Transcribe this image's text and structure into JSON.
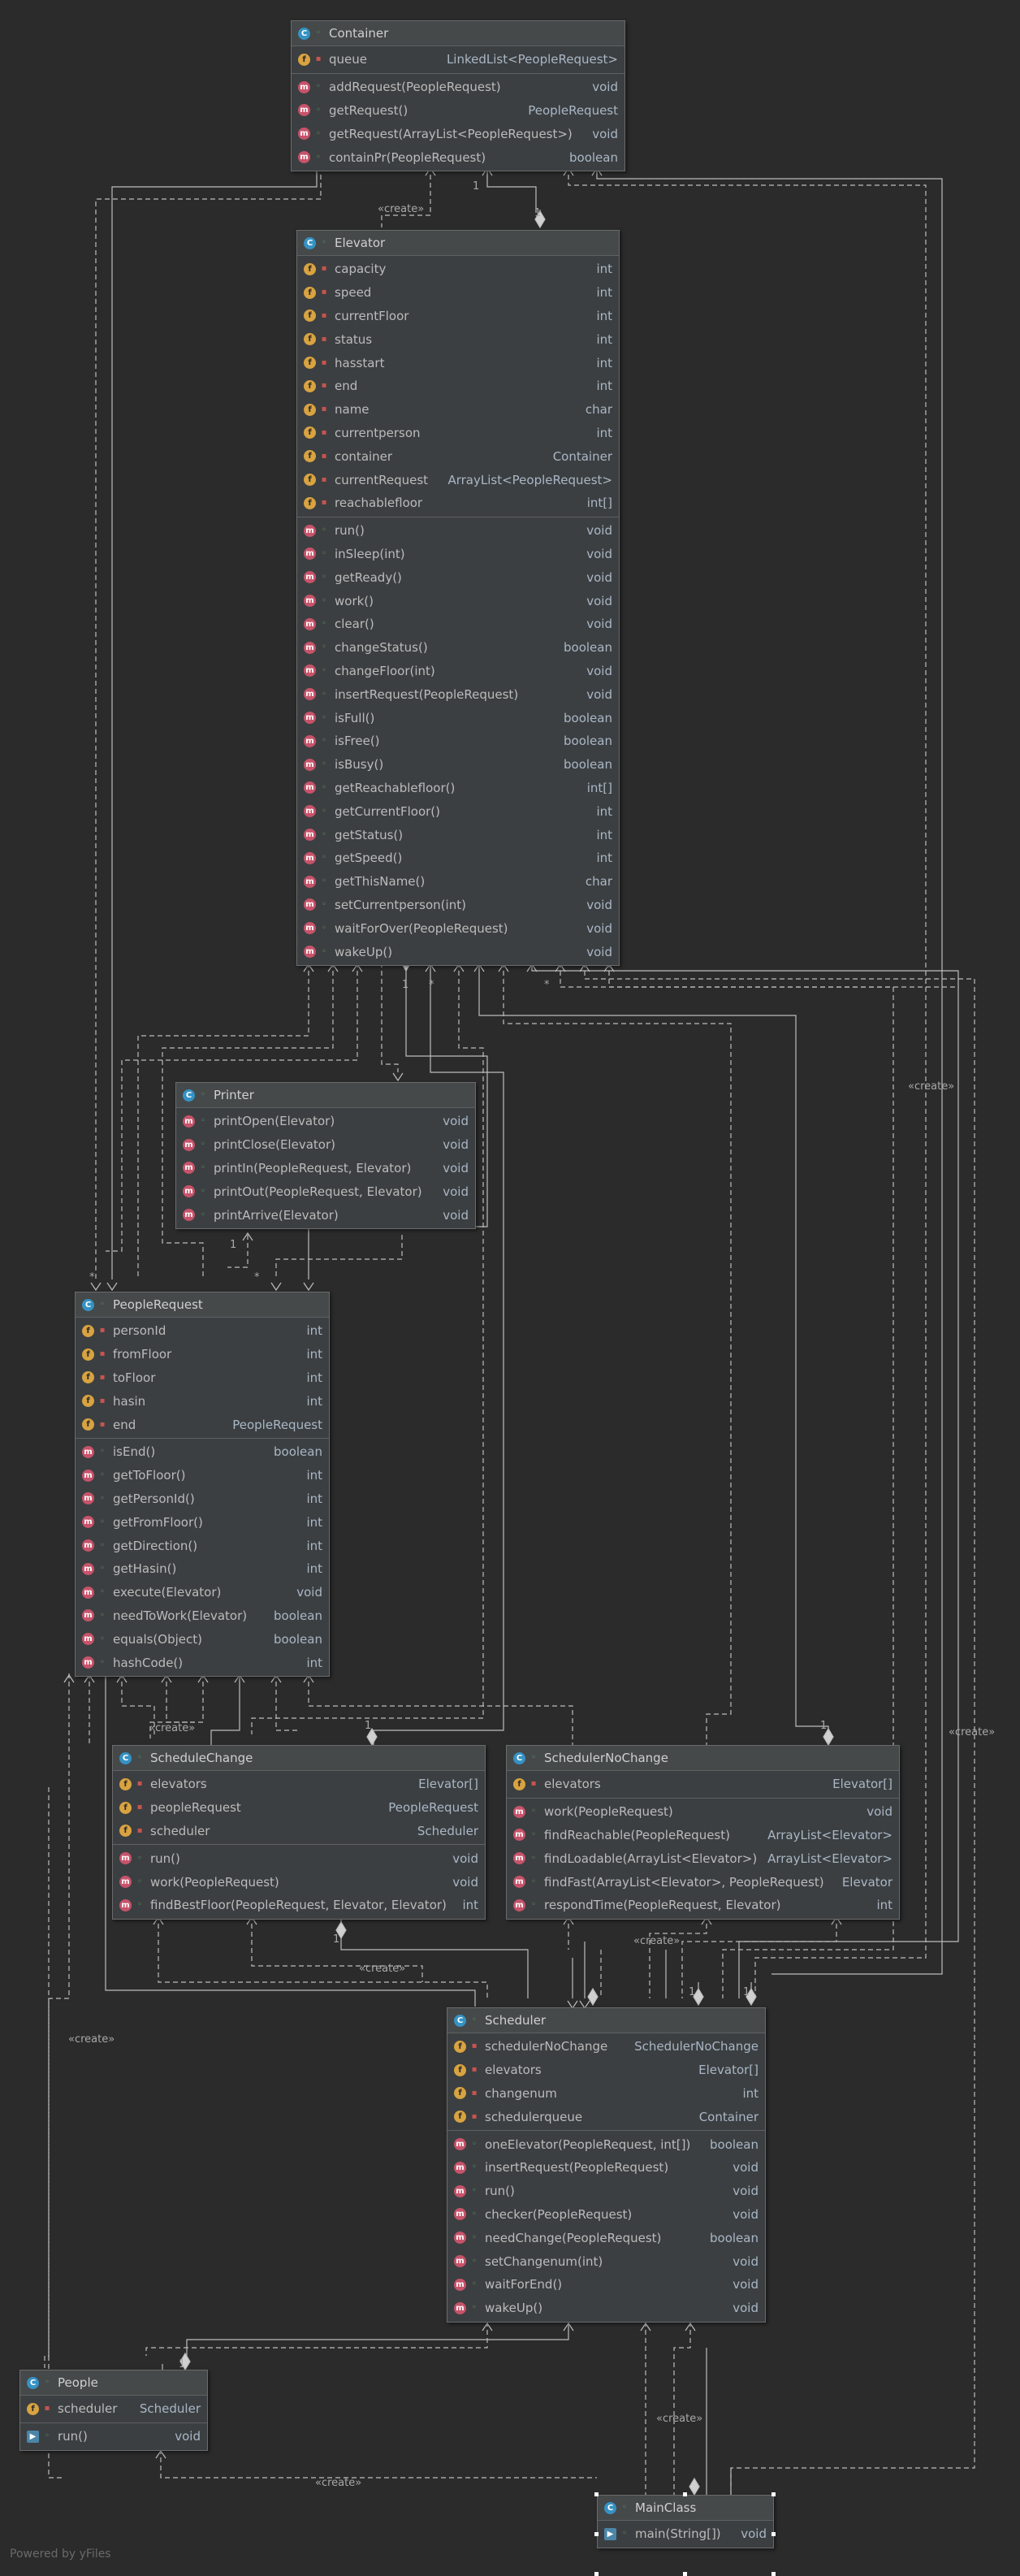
{
  "footer": "Powered by yFiles",
  "classes": {
    "container": {
      "name": "Container",
      "fields": [
        {
          "name": "queue",
          "type": "LinkedList<PeopleRequest>"
        }
      ],
      "methods": [
        {
          "name": "addRequest(PeopleRequest)",
          "type": "void"
        },
        {
          "name": "getRequest()",
          "type": "PeopleRequest"
        },
        {
          "name": "getRequest(ArrayList<PeopleRequest>)",
          "type": "void"
        },
        {
          "name": "containPr(PeopleRequest)",
          "type": "boolean"
        }
      ]
    },
    "elevator": {
      "name": "Elevator",
      "fields": [
        {
          "name": "capacity",
          "type": "int"
        },
        {
          "name": "speed",
          "type": "int"
        },
        {
          "name": "currentFloor",
          "type": "int"
        },
        {
          "name": "status",
          "type": "int"
        },
        {
          "name": "hasstart",
          "type": "int"
        },
        {
          "name": "end",
          "type": "int"
        },
        {
          "name": "name",
          "type": "char"
        },
        {
          "name": "currentperson",
          "type": "int"
        },
        {
          "name": "container",
          "type": "Container"
        },
        {
          "name": "currentRequest",
          "type": "ArrayList<PeopleRequest>"
        },
        {
          "name": "reachablefloor",
          "type": "int[]"
        }
      ],
      "methods": [
        {
          "name": "run()",
          "type": "void"
        },
        {
          "name": "inSleep(int)",
          "type": "void"
        },
        {
          "name": "getReady()",
          "type": "void"
        },
        {
          "name": "work()",
          "type": "void"
        },
        {
          "name": "clear()",
          "type": "void"
        },
        {
          "name": "changeStatus()",
          "type": "boolean"
        },
        {
          "name": "changeFloor(int)",
          "type": "void"
        },
        {
          "name": "insertRequest(PeopleRequest)",
          "type": "void"
        },
        {
          "name": "isFull()",
          "type": "boolean"
        },
        {
          "name": "isFree()",
          "type": "boolean"
        },
        {
          "name": "isBusy()",
          "type": "boolean"
        },
        {
          "name": "getReachablefloor()",
          "type": "int[]"
        },
        {
          "name": "getCurrentFloor()",
          "type": "int"
        },
        {
          "name": "getStatus()",
          "type": "int"
        },
        {
          "name": "getSpeed()",
          "type": "int"
        },
        {
          "name": "getThisName()",
          "type": "char"
        },
        {
          "name": "setCurrentperson(int)",
          "type": "void"
        },
        {
          "name": "waitForOver(PeopleRequest)",
          "type": "void"
        },
        {
          "name": "wakeUp()",
          "type": "void"
        }
      ]
    },
    "printer": {
      "name": "Printer",
      "fields": [],
      "methods": [
        {
          "name": "printOpen(Elevator)",
          "type": "void"
        },
        {
          "name": "printClose(Elevator)",
          "type": "void"
        },
        {
          "name": "printIn(PeopleRequest, Elevator)",
          "type": "void"
        },
        {
          "name": "printOut(PeopleRequest, Elevator)",
          "type": "void"
        },
        {
          "name": "printArrive(Elevator)",
          "type": "void"
        }
      ]
    },
    "peopleRequest": {
      "name": "PeopleRequest",
      "fields": [
        {
          "name": "personId",
          "type": "int"
        },
        {
          "name": "fromFloor",
          "type": "int"
        },
        {
          "name": "toFloor",
          "type": "int"
        },
        {
          "name": "hasin",
          "type": "int"
        },
        {
          "name": "end",
          "type": "PeopleRequest"
        }
      ],
      "methods": [
        {
          "name": "isEnd()",
          "type": "boolean"
        },
        {
          "name": "getToFloor()",
          "type": "int"
        },
        {
          "name": "getPersonId()",
          "type": "int"
        },
        {
          "name": "getFromFloor()",
          "type": "int"
        },
        {
          "name": "getDirection()",
          "type": "int"
        },
        {
          "name": "getHasin()",
          "type": "int"
        },
        {
          "name": "execute(Elevator)",
          "type": "void"
        },
        {
          "name": "needToWork(Elevator)",
          "type": "boolean"
        },
        {
          "name": "equals(Object)",
          "type": "boolean"
        },
        {
          "name": "hashCode()",
          "type": "int"
        }
      ]
    },
    "scheduleChange": {
      "name": "ScheduleChange",
      "fields": [
        {
          "name": "elevators",
          "type": "Elevator[]"
        },
        {
          "name": "peopleRequest",
          "type": "PeopleRequest"
        },
        {
          "name": "scheduler",
          "type": "Scheduler"
        }
      ],
      "methods": [
        {
          "name": "run()",
          "type": "void"
        },
        {
          "name": "work(PeopleRequest)",
          "type": "void"
        },
        {
          "name": "findBestFloor(PeopleRequest, Elevator, Elevator)",
          "type": "int"
        }
      ]
    },
    "schedulerNoChange": {
      "name": "SchedulerNoChange",
      "fields": [
        {
          "name": "elevators",
          "type": "Elevator[]"
        }
      ],
      "methods": [
        {
          "name": "work(PeopleRequest)",
          "type": "void"
        },
        {
          "name": "findReachable(PeopleRequest)",
          "type": "ArrayList<Elevator>"
        },
        {
          "name": "findLoadable(ArrayList<Elevator>)",
          "type": "ArrayList<Elevator>"
        },
        {
          "name": "findFast(ArrayList<Elevator>, PeopleRequest)",
          "type": "Elevator"
        },
        {
          "name": "respondTime(PeopleRequest, Elevator)",
          "type": "int"
        }
      ]
    },
    "scheduler": {
      "name": "Scheduler",
      "fields": [
        {
          "name": "schedulerNoChange",
          "type": "SchedulerNoChange"
        },
        {
          "name": "elevators",
          "type": "Elevator[]"
        },
        {
          "name": "changenum",
          "type": "int"
        },
        {
          "name": "schedulerqueue",
          "type": "Container"
        }
      ],
      "methods": [
        {
          "name": "oneElevator(PeopleRequest, int[])",
          "type": "boolean"
        },
        {
          "name": "insertRequest(PeopleRequest)",
          "type": "void"
        },
        {
          "name": "run()",
          "type": "void"
        },
        {
          "name": "checker(PeopleRequest)",
          "type": "void"
        },
        {
          "name": "needChange(PeopleRequest)",
          "type": "boolean"
        },
        {
          "name": "setChangenum(int)",
          "type": "void"
        },
        {
          "name": "waitForEnd()",
          "type": "void"
        },
        {
          "name": "wakeUp()",
          "type": "void"
        }
      ]
    },
    "people": {
      "name": "People",
      "fields": [
        {
          "name": "scheduler",
          "type": "Scheduler"
        }
      ],
      "methods": [
        {
          "name": "run()",
          "type": "void"
        }
      ]
    },
    "mainClass": {
      "name": "MainClass",
      "fields": [],
      "methods": [
        {
          "name": "main(String[])",
          "type": "void"
        }
      ]
    }
  },
  "edge_labels": {
    "create": "«create»",
    "one": "1",
    "many": "*"
  }
}
